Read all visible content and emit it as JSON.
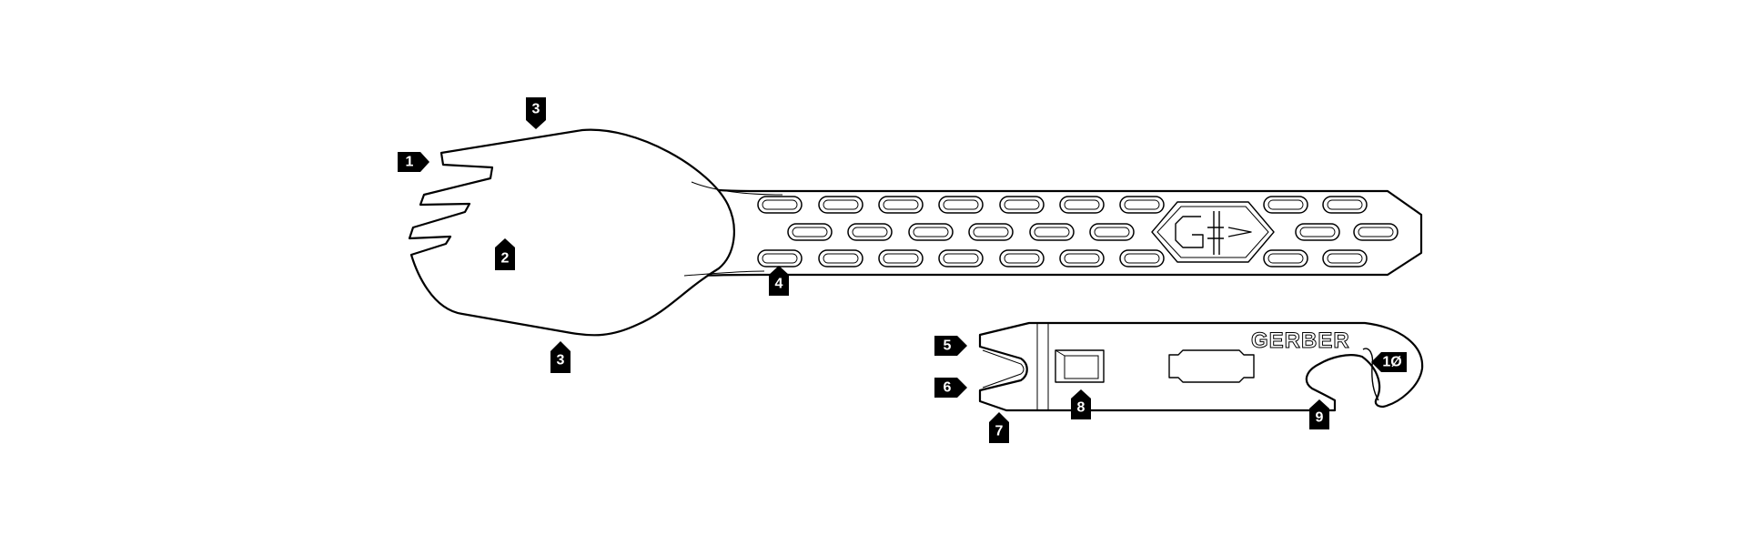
{
  "diagram": {
    "brand_text": "GERBER",
    "callouts": [
      {
        "id": "c1",
        "label": "1"
      },
      {
        "id": "c2",
        "label": "2"
      },
      {
        "id": "c3a",
        "label": "3"
      },
      {
        "id": "c3b",
        "label": "3"
      },
      {
        "id": "c4",
        "label": "4"
      },
      {
        "id": "c5",
        "label": "5"
      },
      {
        "id": "c6",
        "label": "6"
      },
      {
        "id": "c7",
        "label": "7"
      },
      {
        "id": "c8",
        "label": "8"
      },
      {
        "id": "c9",
        "label": "9"
      },
      {
        "id": "c10",
        "label": "1Ø"
      }
    ]
  }
}
